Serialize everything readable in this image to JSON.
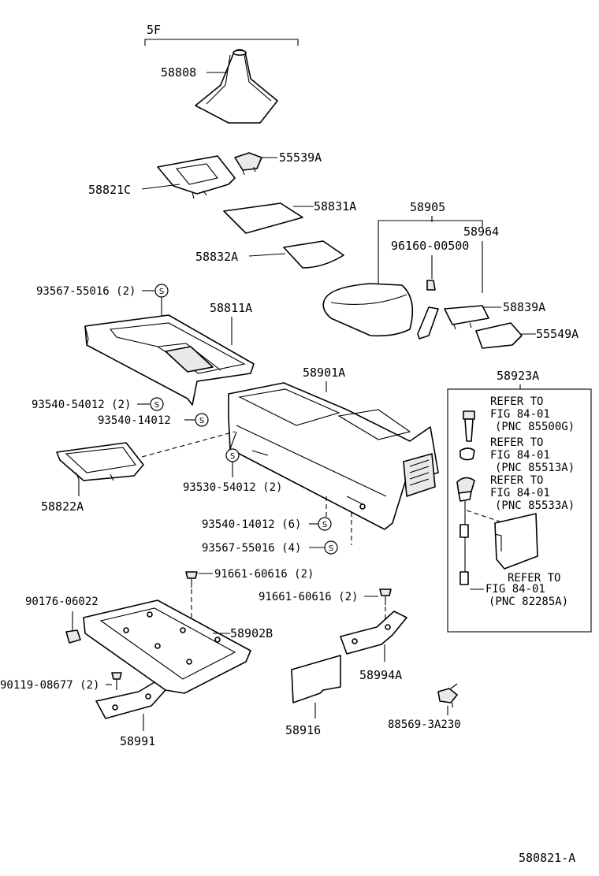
{
  "group_label": "5F",
  "figure_code": "580821-A",
  "parts": {
    "p58808": "58808",
    "p55539A": "55539A",
    "p58821C": "58821C",
    "p58831A": "58831A",
    "p58905": "58905",
    "p58964": "58964",
    "p96160": "96160-00500",
    "p58832A": "58832A",
    "p93567a": "93567-55016 (2)",
    "p58811A": "58811A",
    "p58839A": "58839A",
    "p55549A": "55549A",
    "p58901A": "58901A",
    "p58923A": "58923A",
    "p93540a": "93540-54012 (2)",
    "p93540b": "93540-14012",
    "p93530": "93530-54012 (2)",
    "p58822A": "58822A",
    "p93540c": "93540-14012 (6)",
    "p93567b": "93567-55016 (4)",
    "p91661a": "91661-60616 (2)",
    "p90176": "90176-06022",
    "p91661b": "91661-60616 (2)",
    "p58902B": "58902B",
    "p90119": "90119-08677 (2)",
    "p58994A": "58994A",
    "p58916": "58916",
    "p58991": "58991",
    "p88569": "88569-3A230"
  },
  "references": [
    {
      "line1": "REFER TO",
      "line2": "FIG 84-01",
      "line3": "(PNC 85500G)"
    },
    {
      "line1": "REFER TO",
      "line2": "FIG 84-01",
      "line3": "(PNC 85513A)"
    },
    {
      "line1": "REFER TO",
      "line2": "FIG 84-01",
      "line3": "(PNC 85533A)"
    },
    {
      "line1": "REFER TO",
      "line2": "FIG 84-01",
      "line3": "(PNC 82285A)"
    }
  ],
  "screw_symbol": "S"
}
